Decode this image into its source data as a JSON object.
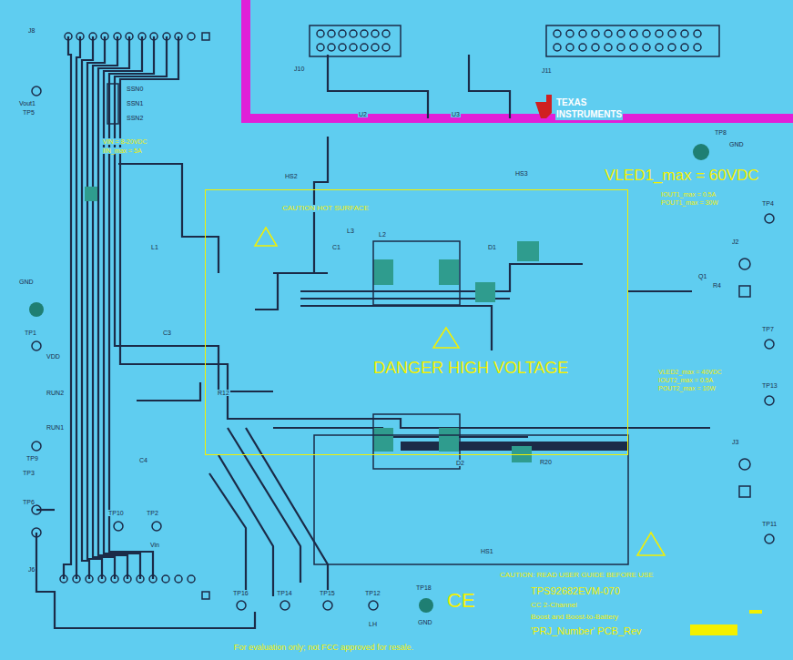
{
  "diagram": {
    "nodes": [
      {
        "text": [
          "CAUTION HOT SURFACE",
          "DANGER HIGH VOLTAGE"
        ]
      }
    ],
    "labels": [
      "J8",
      "TP5",
      "Vout1",
      "SSN0",
      "SSN1",
      "SSN2",
      "U2",
      "U3",
      "TEXAS",
      "INSTRUMENTS",
      "TP8",
      "GND",
      "VLED1_max = 60VDC",
      "IOUT1_max = 0.5A",
      "POUT1_max = 30W",
      "VLED2_max = 40VDC",
      "IOUT2_max = 0.5A",
      "POUT2_max = 10W",
      "TP4",
      "TP7",
      "TP13",
      "TP11",
      "J2",
      "J3",
      "GND",
      "TP1",
      "VDD",
      "RUN2",
      "RUN1",
      "TP9",
      "TP3",
      "TP6",
      "TP10",
      "TP2",
      "Vin",
      "TP16",
      "TP14",
      "TP15",
      "TP12",
      "TP18",
      "GND",
      "LH",
      "TPS92682EVM-070",
      "CC 2-Channel",
      "Boost and Boost-to-Battery",
      "'PRJ_Number' PCB_Rev",
      "CAUTION: READ USER GUIDE BEFORE USE",
      "For evaluation only; not FCC approved for resale.",
      "CE",
      "VIN = 8-20VDC",
      "IIN_max = 5A",
      "L1",
      "L2",
      "C1",
      "D1",
      "Q1",
      "R4",
      "D2",
      "R20",
      "HS1",
      "HS2",
      "HS3",
      "J10",
      "J11",
      "J6",
      "C3",
      "C4",
      "L3",
      "R12"
    ]
  }
}
